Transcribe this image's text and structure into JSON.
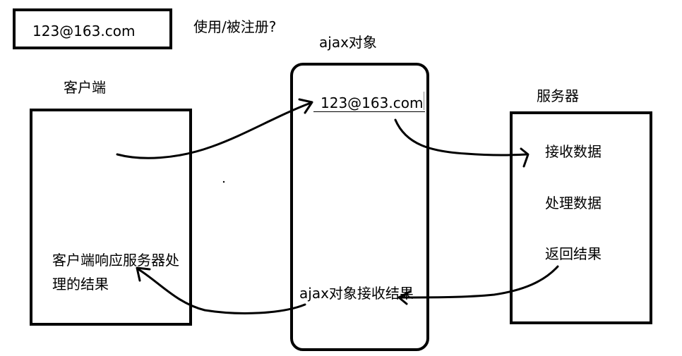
{
  "email_box": {
    "text": "123@163.com"
  },
  "question": "使用/被注册?",
  "ajax": {
    "title": "ajax对象",
    "email": "123@163.com",
    "receive_label": "ajax对象接收结果"
  },
  "client": {
    "label": "客户端",
    "response_text": "客户端响应服务器处理的结果"
  },
  "server": {
    "label": "服务器",
    "steps": [
      "接收数据",
      "处理数据",
      "返回结果"
    ]
  }
}
